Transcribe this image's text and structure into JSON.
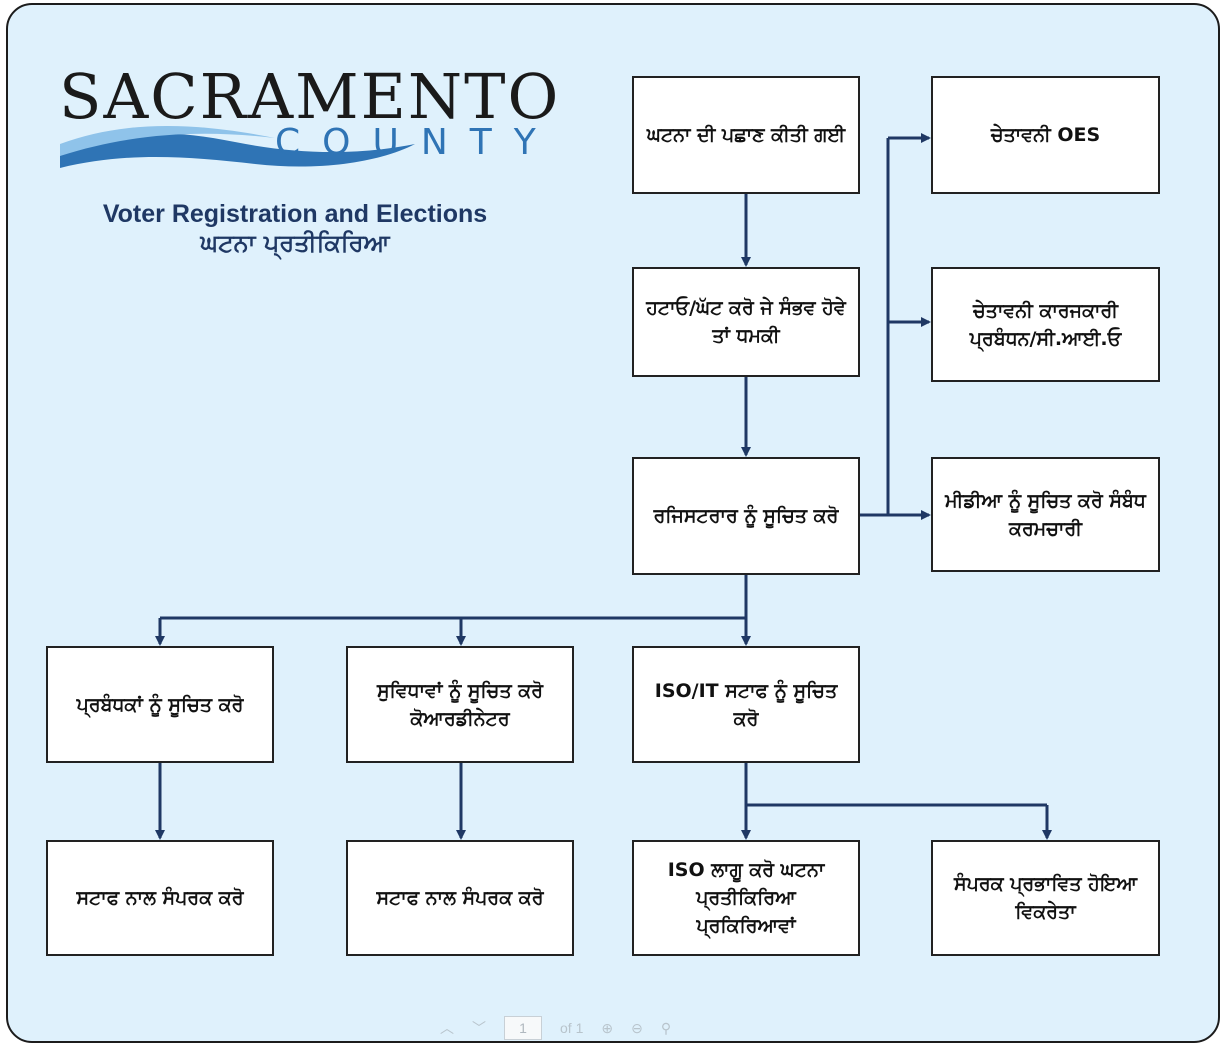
{
  "logo": {
    "line1": "SACRAMENTO",
    "line2": "COUNTY"
  },
  "title": {
    "english": "Voter Registration and Elections",
    "punjabi": "ਘਟਨਾ ਪ੍ਰਤੀਕਿਰਿਆ"
  },
  "boxes": {
    "incident_identified": "ਘਟਨਾ ਦੀ ਪਛਾਣ ਕੀਤੀ ਗਈ",
    "remove_threat": "ਹਟਾਓ/ਘੱਟ ਕਰੋ ਜੇ ਸੰਭਵ ਹੋਵੇ ਤਾਂ ਧਮਕੀ",
    "notify_registrar": "ਰਜਿਸਟਰਾਰ ਨੂੰ ਸੂਚਿਤ ਕਰੋ",
    "alert_oes": "ਚੇਤਾਵਨੀ OES",
    "alert_exec": "ਚੇਤਾਵਨੀ ਕਾਰਜਕਾਰੀ ਪ੍ਰਬੰਧਨ/ਸੀ.ਆਈ.ਓ",
    "notify_media": "ਮੀਡੀਆ ਨੂੰ ਸੂਚਿਤ ਕਰੋ ਸੰਬੰਧ ਕਰਮਚਾਰੀ",
    "notify_managers": "ਪ੍ਰਬੰਧਕਾਂ ਨੂੰ ਸੂਚਿਤ ਕਰੋ",
    "notify_facilities": "ਸੁਵਿਧਾਵਾਂ ਨੂੰ ਸੂਚਿਤ ਕਰੋ ਕੋਆਰਡੀਨੇਟਰ",
    "notify_iso": "ISO/IT ਸਟਾਫ ਨੂੰ ਸੂਚਿਤ ਕਰੋ",
    "contact_staff_1": "ਸਟਾਫ ਨਾਲ ਸੰਪਰਕ ਕਰੋ",
    "contact_staff_2": "ਸਟਾਫ ਨਾਲ ਸੰਪਰਕ ਕਰੋ",
    "iso_procedures": "ISO ਲਾਗੂ ਕਰੋ ਘਟਨਾ ਪ੍ਰਤੀਕਿਰਿਆ ਪ੍ਰਕਿਰਿਆਵਾਂ",
    "contact_vendor": "ਸੰਪਰਕ ਪ੍ਰਭਾਵਿਤ ਹੋਇਆ ਵਿਕਰੇਤਾ"
  },
  "pager": {
    "page": "1",
    "of_label": "of 1"
  },
  "colors": {
    "background": "#dff1fc",
    "title": "#1f3864",
    "logo_accent": "#2f74b5",
    "connector": "#1f3864"
  }
}
